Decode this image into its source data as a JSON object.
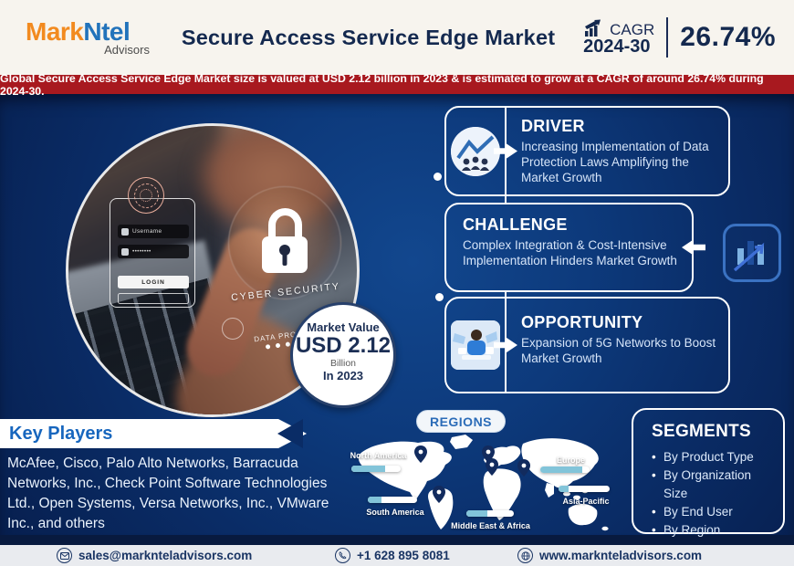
{
  "header": {
    "logo": {
      "part1": "Mark",
      "part2": "Ntel",
      "subtitle": "Advisors"
    },
    "title": "Secure Access Service Edge Market",
    "cagr": {
      "icon": "growth-chart-icon",
      "label": "CAGR",
      "period": "2024-30",
      "value": "26.74%"
    }
  },
  "banner": {
    "text": "Global Secure Access Service Edge Market size is valued at USD 2.12 billion in 2023 & is estimated to grow at a CAGR of around 26.74% during 2024-30."
  },
  "hero": {
    "login": {
      "username": "Username",
      "password_mask": "••••••••",
      "button": "LOGIN"
    },
    "caption_primary": "CYBER SECURITY",
    "caption_secondary": "DATA PROTECTION"
  },
  "market_value": {
    "label": "Market Value",
    "value": "USD 2.12",
    "unit": "Billion",
    "year": "In 2023"
  },
  "insights": [
    {
      "type": "DRIVER",
      "icon": "growth-team-icon",
      "text": "Increasing Implementation of Data Protection Laws Amplifying the Market Growth"
    },
    {
      "type": "CHALLENGE",
      "icon": "bar-chart-arrow-icon",
      "text": "Complex Integration & Cost-Intensive Implementation Hinders Market Growth"
    },
    {
      "type": "OPPORTUNITY",
      "icon": "person-technology-icon",
      "text": "Expansion of 5G Networks to Boost Market Growth"
    }
  ],
  "key_players": {
    "title": "Key Players",
    "list": "McAfee, Cisco, Palo Alto Networks, Barracuda Networks, Inc., Check Point Software Technologies Ltd., Open Systems, Versa Networks, Inc., VMware Inc., and others"
  },
  "regions": {
    "title": "REGIONS",
    "items": [
      {
        "name": "North America",
        "share": "68%"
      },
      {
        "name": "South America",
        "share": "28%"
      },
      {
        "name": "Europe",
        "share": "85%"
      },
      {
        "name": "Asia-Pacific",
        "share": "20%"
      },
      {
        "name": "Middle East & Africa",
        "share": "45%"
      }
    ]
  },
  "segments": {
    "title": "SEGMENTS",
    "items": [
      "By Product Type",
      "By Organization Size",
      "By End User",
      "By Region"
    ]
  },
  "footer": {
    "email_icon": "envelope-icon",
    "email": "sales@marknteladvisors.com",
    "phone_icon": "phone-icon",
    "phone": "+1 628 895 8081",
    "website_icon": "globe-icon",
    "website": "www.marknteladvisors.com"
  },
  "colors": {
    "banner_red": "#A8191F",
    "navy": "#14294F",
    "main_blue": "#0C3573",
    "bar_fill": "#82C4D9",
    "logo_orange": "#F28A1F",
    "logo_blue": "#2273BB",
    "key_players_blue": "#1766BE"
  }
}
